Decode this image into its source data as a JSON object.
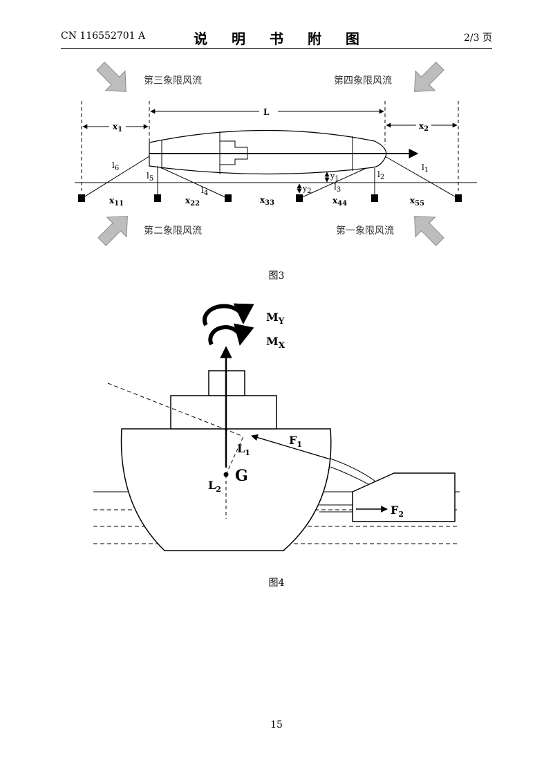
{
  "header": {
    "patent_no": "CN 116552701 A",
    "title": "说 明 书 附 图",
    "page_of": "2/3 页"
  },
  "figure3": {
    "caption": "图3",
    "quadrants": {
      "q3": "第三象限风流",
      "q4": "第四象限风流",
      "q2": "第二象限风流",
      "q1": "第一象限风流"
    },
    "labels": {
      "L": "L",
      "x1": "x",
      "x1_sub": "1",
      "x2": "x",
      "x2_sub": "2",
      "l1": "l",
      "l1_sub": "1",
      "l2": "l",
      "l2_sub": "2",
      "l3": "l",
      "l3_sub": "3",
      "l4": "l",
      "l4_sub": "4",
      "l5": "l",
      "l5_sub": "5",
      "l6": "l",
      "l6_sub": "6",
      "y1": "y",
      "y1_sub": "1",
      "y2": "y",
      "y2_sub": "2",
      "x11": "x",
      "x11_sub": "11",
      "x22": "x",
      "x22_sub": "22",
      "x33": "x",
      "x33_sub": "33",
      "x44": "x",
      "x44_sub": "44",
      "x55": "x",
      "x55_sub": "55"
    }
  },
  "figure4": {
    "caption": "图4",
    "labels": {
      "MY": "M",
      "MY_sub": "Y",
      "MX": "M",
      "MX_sub": "X",
      "F1": "F",
      "F1_sub": "1",
      "F2": "F",
      "F2_sub": "2",
      "L1": "L",
      "L1_sub": "1",
      "L2": "L",
      "L2_sub": "2",
      "G": "G"
    }
  },
  "footer": {
    "page_number": "15"
  }
}
